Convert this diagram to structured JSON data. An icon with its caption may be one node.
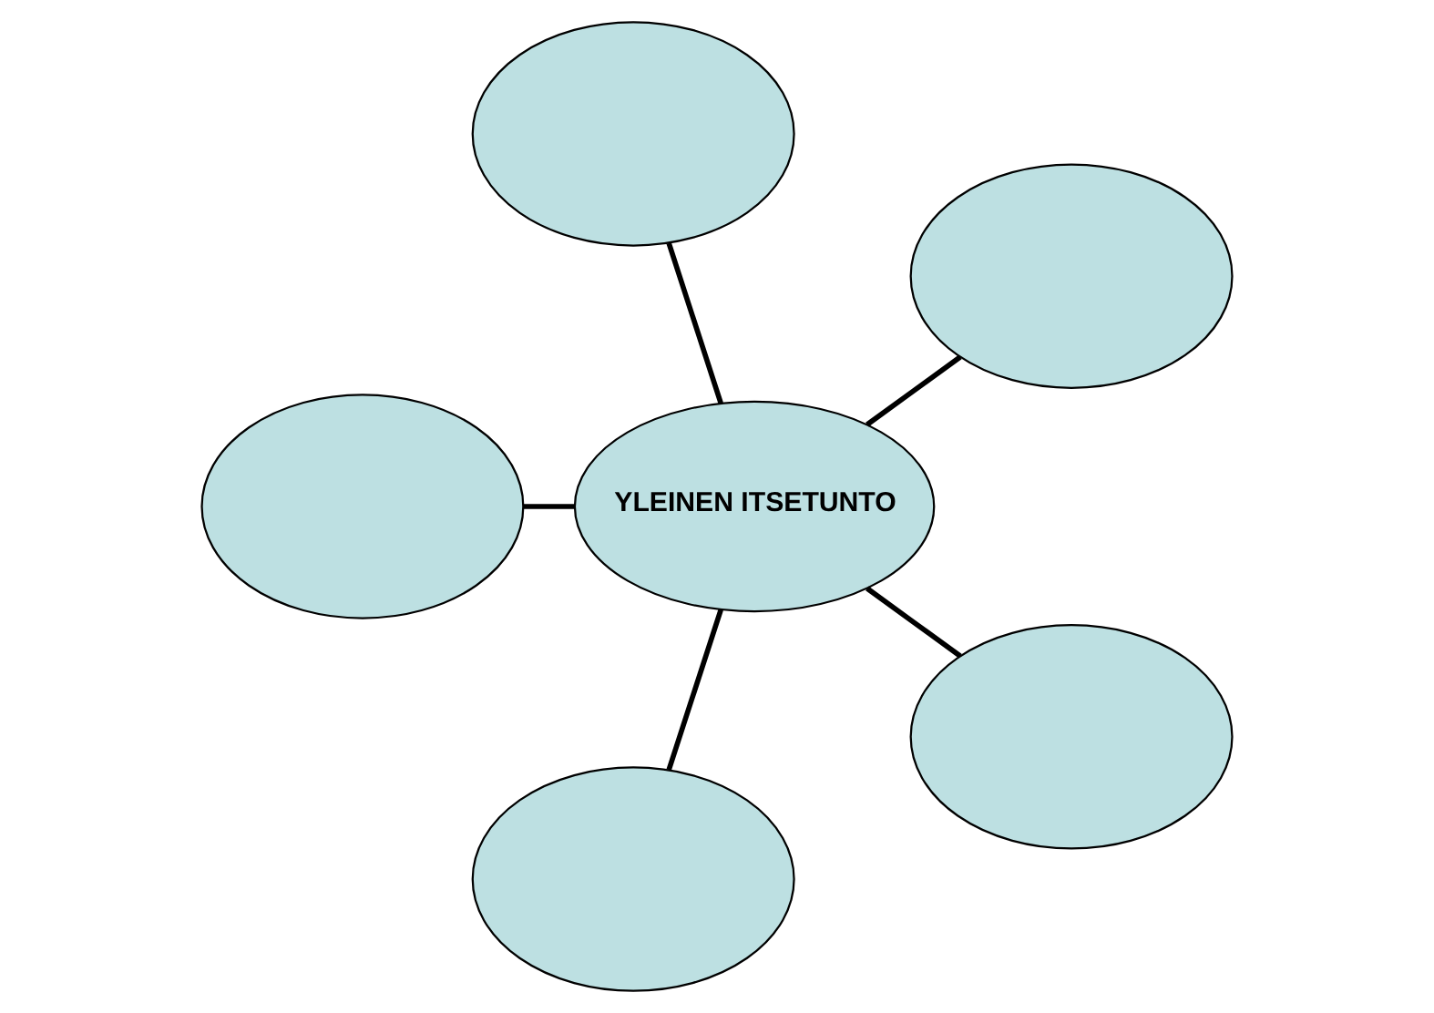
{
  "diagram": {
    "nodes": [
      {
        "text": [],
        "shape": "ellipse"
      },
      {
        "text": [],
        "shape": "ellipse"
      },
      {
        "text": [],
        "shape": "ellipse"
      },
      {
        "text": [
          "YLEINEN ITSETUNTO"
        ]
      },
      {
        "text": [],
        "shape": "ellipse"
      },
      {
        "text": [],
        "shape": "ellipse"
      }
    ],
    "edges": [
      {
        "from": 3,
        "to": 0,
        "arrow": "none"
      },
      {
        "from": 3,
        "to": 1,
        "arrow": "none"
      },
      {
        "from": 3,
        "to": 2,
        "arrow": "none"
      },
      {
        "from": 3,
        "to": 4,
        "arrow": "none"
      },
      {
        "from": 3,
        "to": 5,
        "arrow": "none"
      }
    ]
  }
}
